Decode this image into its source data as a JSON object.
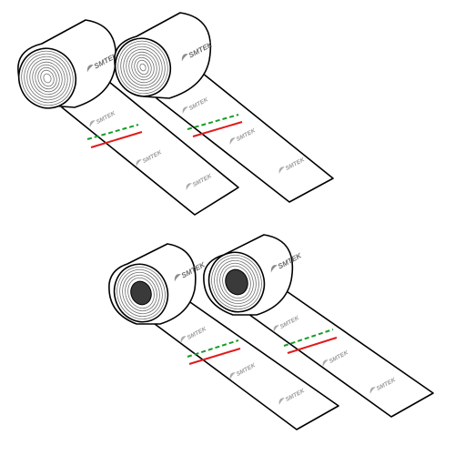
{
  "brand": {
    "logo_text": "SMTEK"
  },
  "colors": {
    "outline": "#000000",
    "roll_fill": "#ffffff",
    "coil_line": "#6f6f6f",
    "core_fill": "#3a3a3a",
    "logo_gray": "#7a7a7a",
    "dashed_line": "#1a9c2a",
    "solid_line": "#e01b1b"
  },
  "rolls": [
    {
      "name": "roll-top-left",
      "core": "coreless",
      "dashed_line": "green",
      "solid_line": "red",
      "printed_logos": 4
    },
    {
      "name": "roll-top-right",
      "core": "coreless",
      "dashed_line": "green",
      "solid_line": "red",
      "printed_logos": 4
    },
    {
      "name": "roll-bottom-left",
      "core": "dark-core",
      "dashed_line": "green",
      "solid_line": "red",
      "printed_logos": 4
    },
    {
      "name": "roll-bottom-right",
      "core": "dark-core",
      "dashed_line": "green",
      "solid_line": "red",
      "printed_logos": 4
    }
  ]
}
